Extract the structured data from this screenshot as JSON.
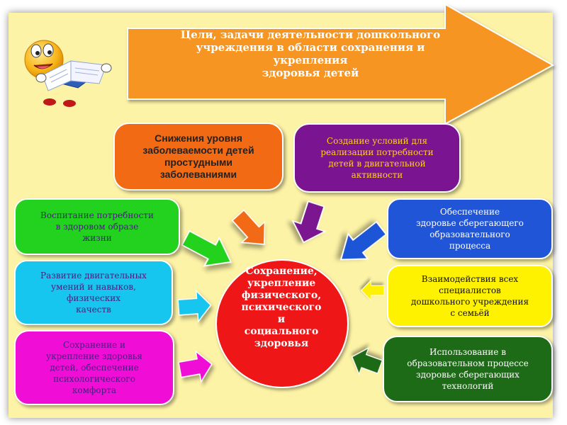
{
  "title": "Цели, задачи деятельности дошкольного\nучреждения в области сохранения и\nукрепления\nздоровья детей",
  "center": "Сохранение,\nукрепление\nфизического,\nпсихического\nи\nсоциального\nздоровья",
  "boxes": {
    "morbidity": "Снижения уровня\nзаболеваемости детей\nпростудными\nзаболеваниями",
    "motor_conditions": "Создание условий для\nреализации потребности\nдетей в двигательной\nактивности",
    "healthy_lifestyle": "Воспитание потребности\nв здоровом образе\nжизни",
    "motor_skills": "Развитие двигательных\nумений и навыков,\nфизических\nкачеств",
    "psych_comfort": "Сохранение и\nукрепление здоровья\nдетей, обеспечение\nпсихологического\nкомфорта",
    "health_process": "Обеспечение\nздоровье сберегающего\nобразовательного\nпроцесса",
    "specialists": "Взаимодействия всех\nспециалистов\nдошкольного учреждения\nс семьёй",
    "technologies": "Использование в\nобразовательном процессе\nздоровье сберегающих\nтехнологий"
  },
  "colors": {
    "panel": "#fdf3a6",
    "title_arrow": "#f79520",
    "orange": "#f26a14",
    "purple": "#7b1490",
    "green": "#22d21e",
    "cyan": "#16c6ee",
    "magenta": "#f00ed6",
    "blue": "#1f55d6",
    "yellow": "#fff200",
    "dark_green": "#1d6a17",
    "center_red": "#ee1616"
  }
}
